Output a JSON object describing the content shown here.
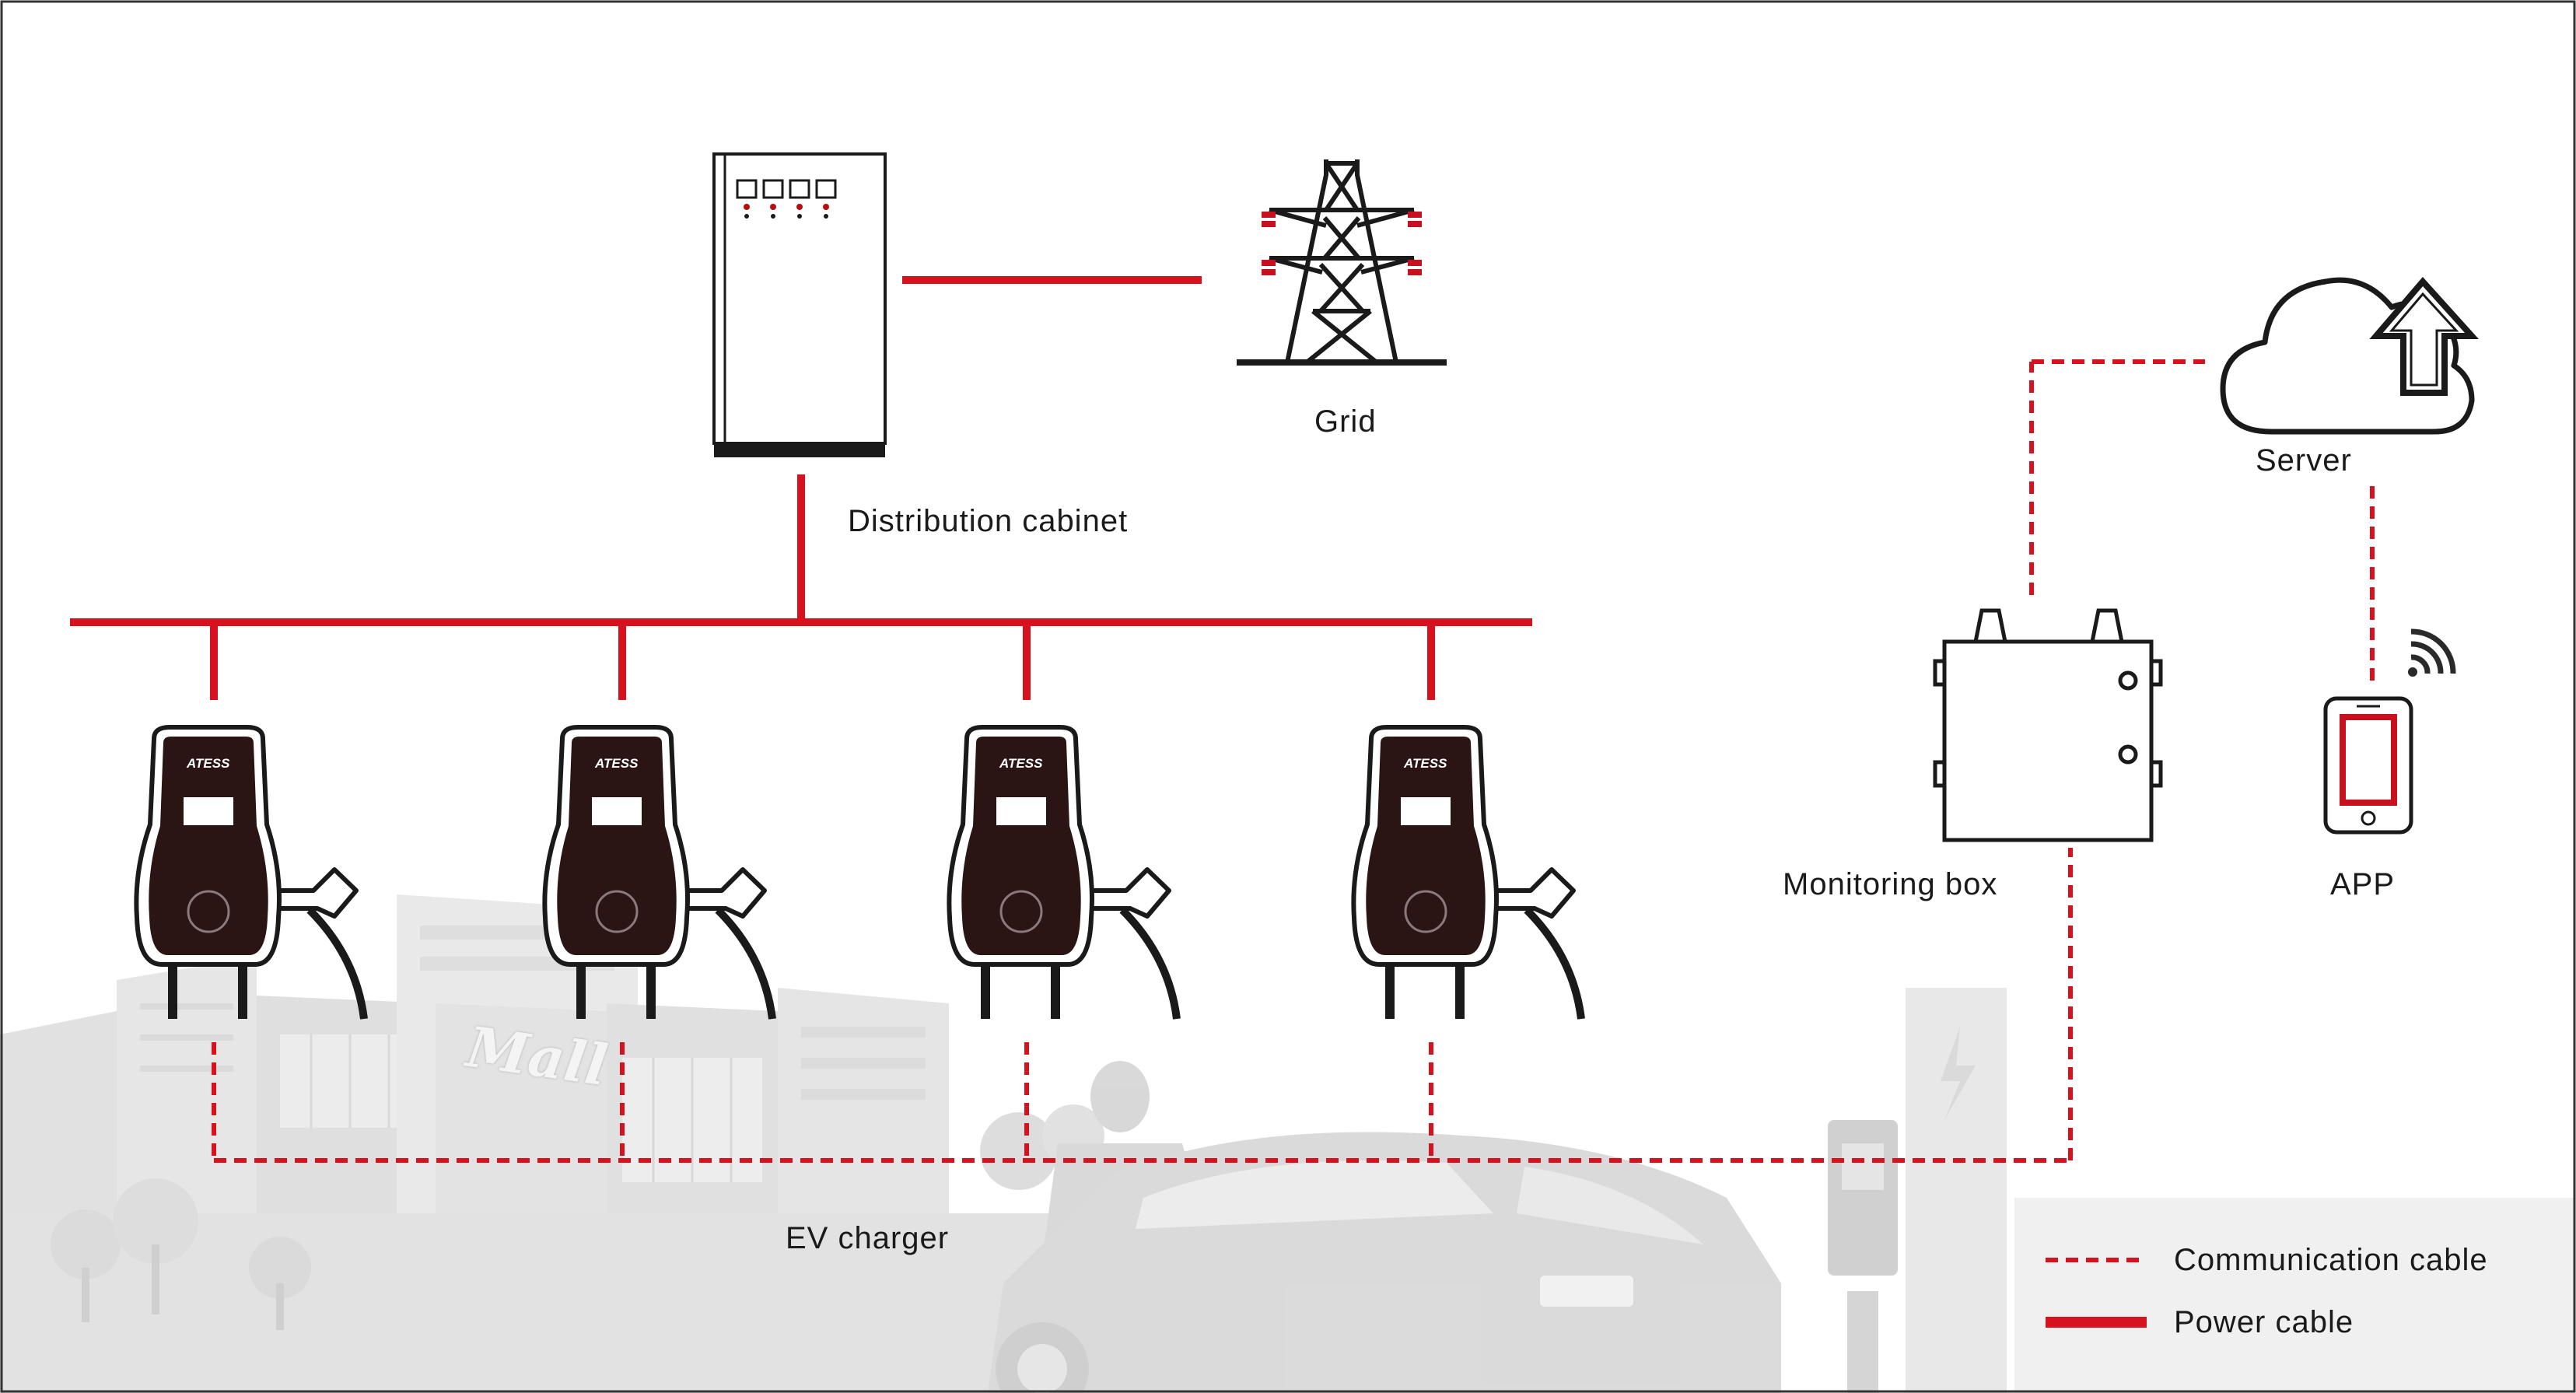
{
  "labels": {
    "grid": "Grid",
    "distribution_cabinet": "Distribution cabinet",
    "server": "Server",
    "monitoring_box": "Monitoring box",
    "app": "APP",
    "ev_charger": "EV charger",
    "mall_sign": "Mall"
  },
  "charger_brand": "ATESS",
  "legend": {
    "communication": "Communication cable",
    "power": "Power cable"
  },
  "colors": {
    "cable": "#d7111e",
    "device_fill": "#2b1414",
    "background_scene": "#d4d4d4"
  },
  "icons": [
    "distribution-cabinet-icon",
    "transmission-tower-icon",
    "cloud-upload-icon",
    "monitoring-box-icon",
    "smartphone-icon",
    "wifi-icon",
    "ev-charger-icon"
  ]
}
